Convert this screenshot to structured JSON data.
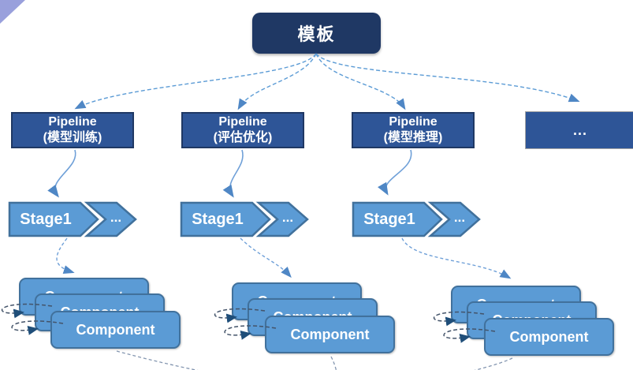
{
  "diagram_title": "模板 pipeline hierarchy diagram",
  "colors": {
    "root_fill": "#1F3864",
    "pipeline_fill": "#2E5597",
    "pipeline_border": "#1F3864",
    "more_box_border": "#A6A6A6",
    "shape_fill": "#5B9BD5",
    "shape_border": "#41719C",
    "connector_light": "#4F87C5",
    "connector_dark": "#44546A",
    "corner_decoration": "#99A0DC",
    "text": "#FFFFFF"
  },
  "root": {
    "label": "模板"
  },
  "pipelines": [
    {
      "label": "Pipeline",
      "sublabel": "(模型训练)"
    },
    {
      "label": "Pipeline",
      "sublabel": "(评估优化)"
    },
    {
      "label": "Pipeline",
      "sublabel": "(模型推理)"
    }
  ],
  "more_box": {
    "label": "..."
  },
  "stages": [
    {
      "label": "Stage1",
      "more": "..."
    },
    {
      "label": "Stage1",
      "more": "..."
    },
    {
      "label": "Stage1",
      "more": "..."
    }
  ],
  "components": [
    {
      "label": "Component"
    },
    {
      "label": "Component"
    },
    {
      "label": "Component"
    }
  ]
}
